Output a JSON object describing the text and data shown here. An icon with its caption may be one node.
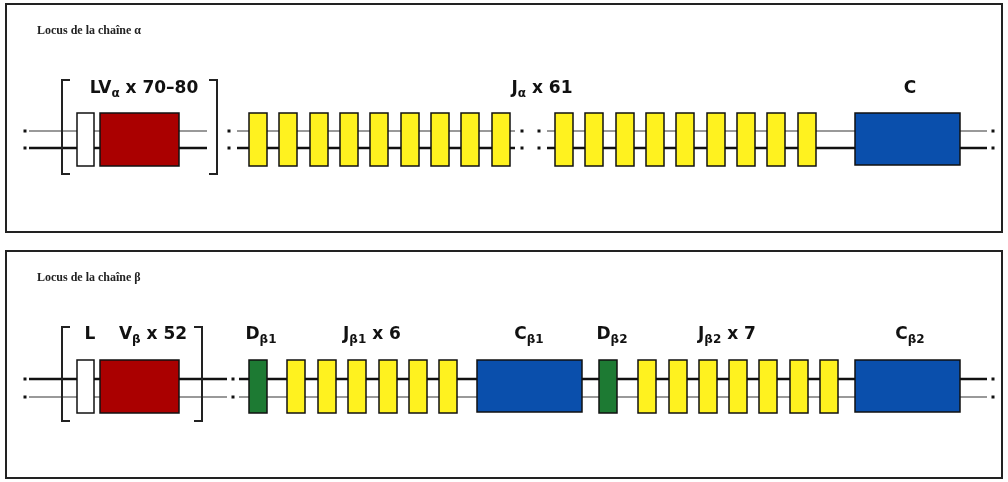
{
  "diagram": {
    "nodes": [
      {
        "text": [
          "Locus de la chaîne α"
        ]
      },
      {
        "text": [
          "Locus de la chaîne β"
        ]
      }
    ],
    "edges": [],
    "labels": [
      "LV$_{α}$ x 70–80",
      "J$_{α}$ x 61",
      "C",
      "L",
      "V$_{β}$ x 52",
      "D$_{β1}$",
      "J$_{β1}$ x 6",
      "C$_{β1}$",
      "D$_{β2}$",
      "J$_{β2}$ x 7",
      "C$_{β2}$"
    ]
  }
}
